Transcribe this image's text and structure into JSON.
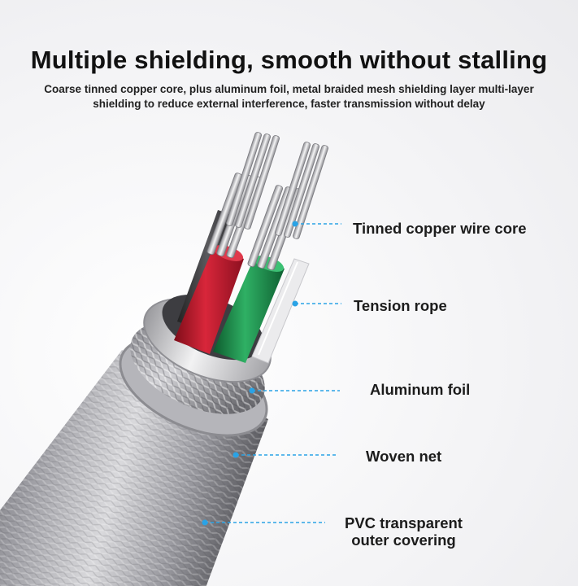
{
  "header": {
    "title": "Multiple shielding, smooth without stalling",
    "subtitle_line1": "Coarse tinned copper core, plus aluminum foil, metal braided mesh shielding layer multi-layer",
    "subtitle_line2": "shielding to reduce external interference, faster transmission without delay"
  },
  "callouts": {
    "core": "Tinned copper wire core",
    "rope": "Tension rope",
    "foil": "Aluminum foil",
    "net": "Woven net",
    "pvc_line1": "PVC transparent",
    "pvc_line2": "outer covering"
  },
  "colors": {
    "callout_line": "#2aa3e6",
    "red_wire": "#c4192c",
    "green_wire": "#1e8f4d",
    "black_wire": "#3a3a3a",
    "white_wire": "#e8e8e8",
    "copper_strand": "#c9c9cc",
    "foil": "#c8c8ca",
    "braid": "#a8a8ac"
  }
}
